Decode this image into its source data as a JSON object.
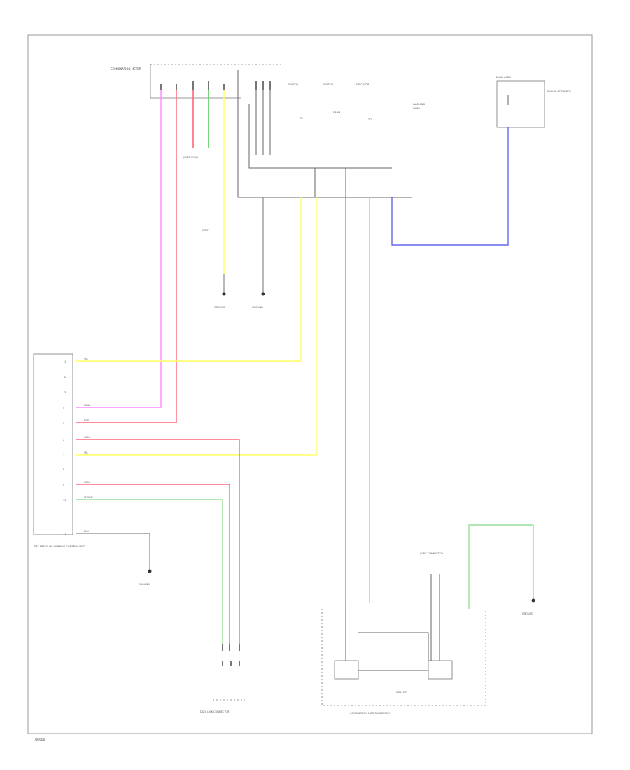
{
  "page": {
    "code": "W0000"
  },
  "colors": {
    "pink": "#ff88ff",
    "red": "#ff6677",
    "green": "#55cc55",
    "yellow": "#ffff66",
    "lightgreen": "#99dd99",
    "blue": "#6666ee",
    "gray": "#888888"
  },
  "components": {
    "ecm_top": {
      "label": "COMBINATION METER"
    },
    "top_right": {
      "label": "ROOM LAMP",
      "sub": "ENGINE ROOM BOX"
    },
    "junction_center": {
      "label": "JOINT CONNECTOR"
    },
    "left_module": {
      "label": "TIRE PRESSURE WARNING CONTROL UNIT"
    },
    "lower_center": {
      "label": "IPDM E/R"
    },
    "connector_bottom": {
      "label": "DATA LINK CONNECTOR"
    },
    "bottom_box": {
      "label": "COMBINATION METER ASSEMBLY"
    }
  },
  "grounds": [
    {
      "label": "GROUND"
    },
    {
      "label": "GROUND"
    },
    {
      "label": "GROUND"
    },
    {
      "label": "GROUND"
    }
  ],
  "left_pins": [
    {
      "pin": "1",
      "wire": "YEL"
    },
    {
      "pin": "2",
      "wire": ""
    },
    {
      "pin": "3",
      "wire": ""
    },
    {
      "pin": "4",
      "wire": "PINK"
    },
    {
      "pin": "5",
      "wire": "RED"
    },
    {
      "pin": "6",
      "wire": "GRN"
    },
    {
      "pin": "7",
      "wire": "YEL"
    },
    {
      "pin": "8",
      "wire": ""
    },
    {
      "pin": "9",
      "wire": "GRN"
    },
    {
      "pin": "10",
      "wire": "LT GRN"
    },
    {
      "pin": "11",
      "wire": "BLK"
    }
  ]
}
